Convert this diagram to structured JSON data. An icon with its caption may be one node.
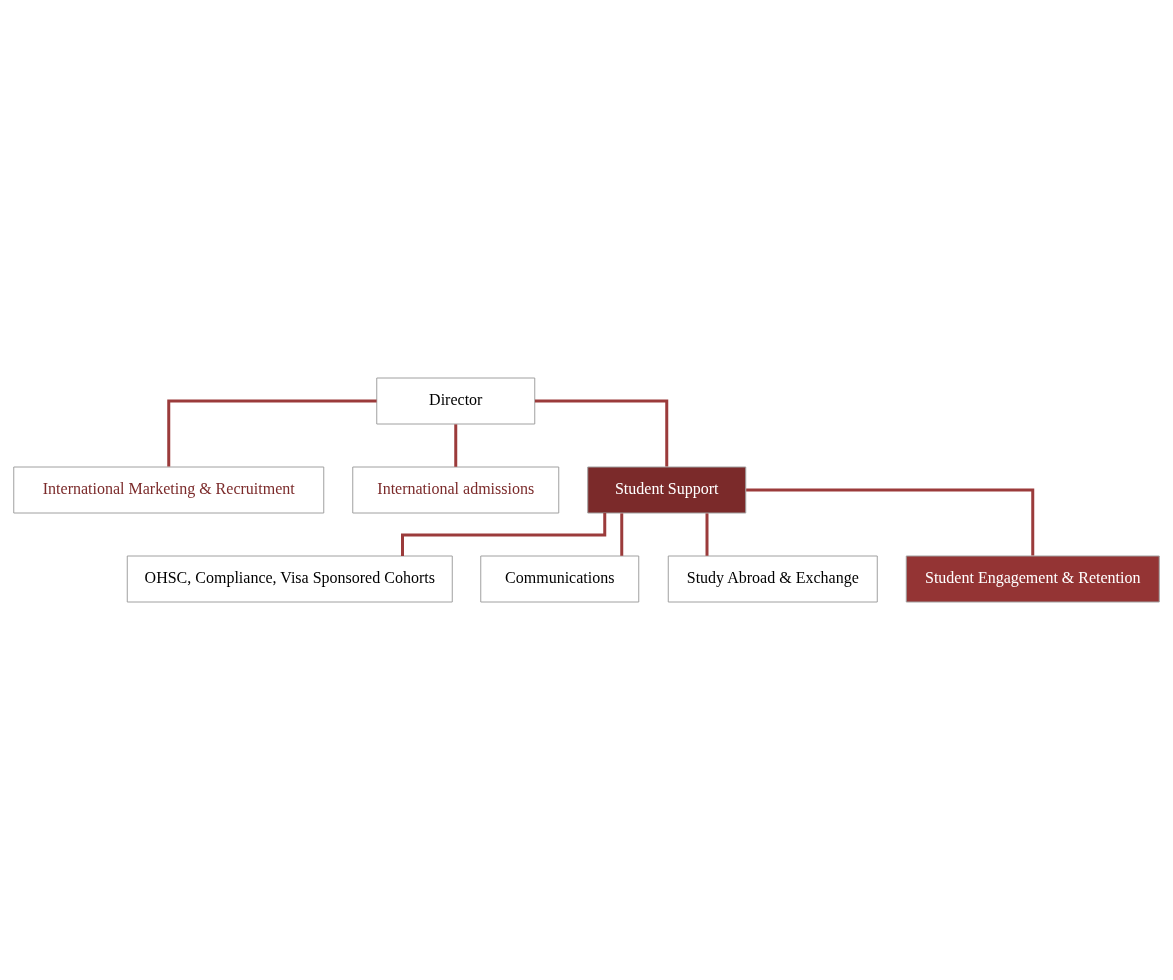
{
  "diagram": {
    "nodes": [
      {
        "text": [
          "Director"
        ]
      },
      {
        "text": [
          "International Marketing & Recruitment"
        ]
      },
      {
        "text": [
          "International admissions"
        ]
      },
      {
        "text": [
          "Student Support"
        ]
      },
      {
        "text": [
          "OHSC, Compliance, Visa Sponsored Cohorts"
        ]
      },
      {
        "text": [
          "Communications"
        ]
      },
      {
        "text": [
          "Study Abroad & Exchange"
        ]
      },
      {
        "text": [
          "Student Engagement & Retention"
        ]
      }
    ],
    "edges": [
      {
        "from": 0,
        "to": 1,
        "arrow": "none"
      },
      {
        "from": 0,
        "to": 2,
        "arrow": "none"
      },
      {
        "from": 0,
        "to": 3,
        "arrow": "none"
      },
      {
        "from": 3,
        "to": 4,
        "arrow": "none"
      },
      {
        "from": 3,
        "to": 5,
        "arrow": "none"
      },
      {
        "from": 3,
        "to": 6,
        "arrow": "none"
      },
      {
        "from": 3,
        "to": 7,
        "arrow": "none"
      }
    ]
  }
}
